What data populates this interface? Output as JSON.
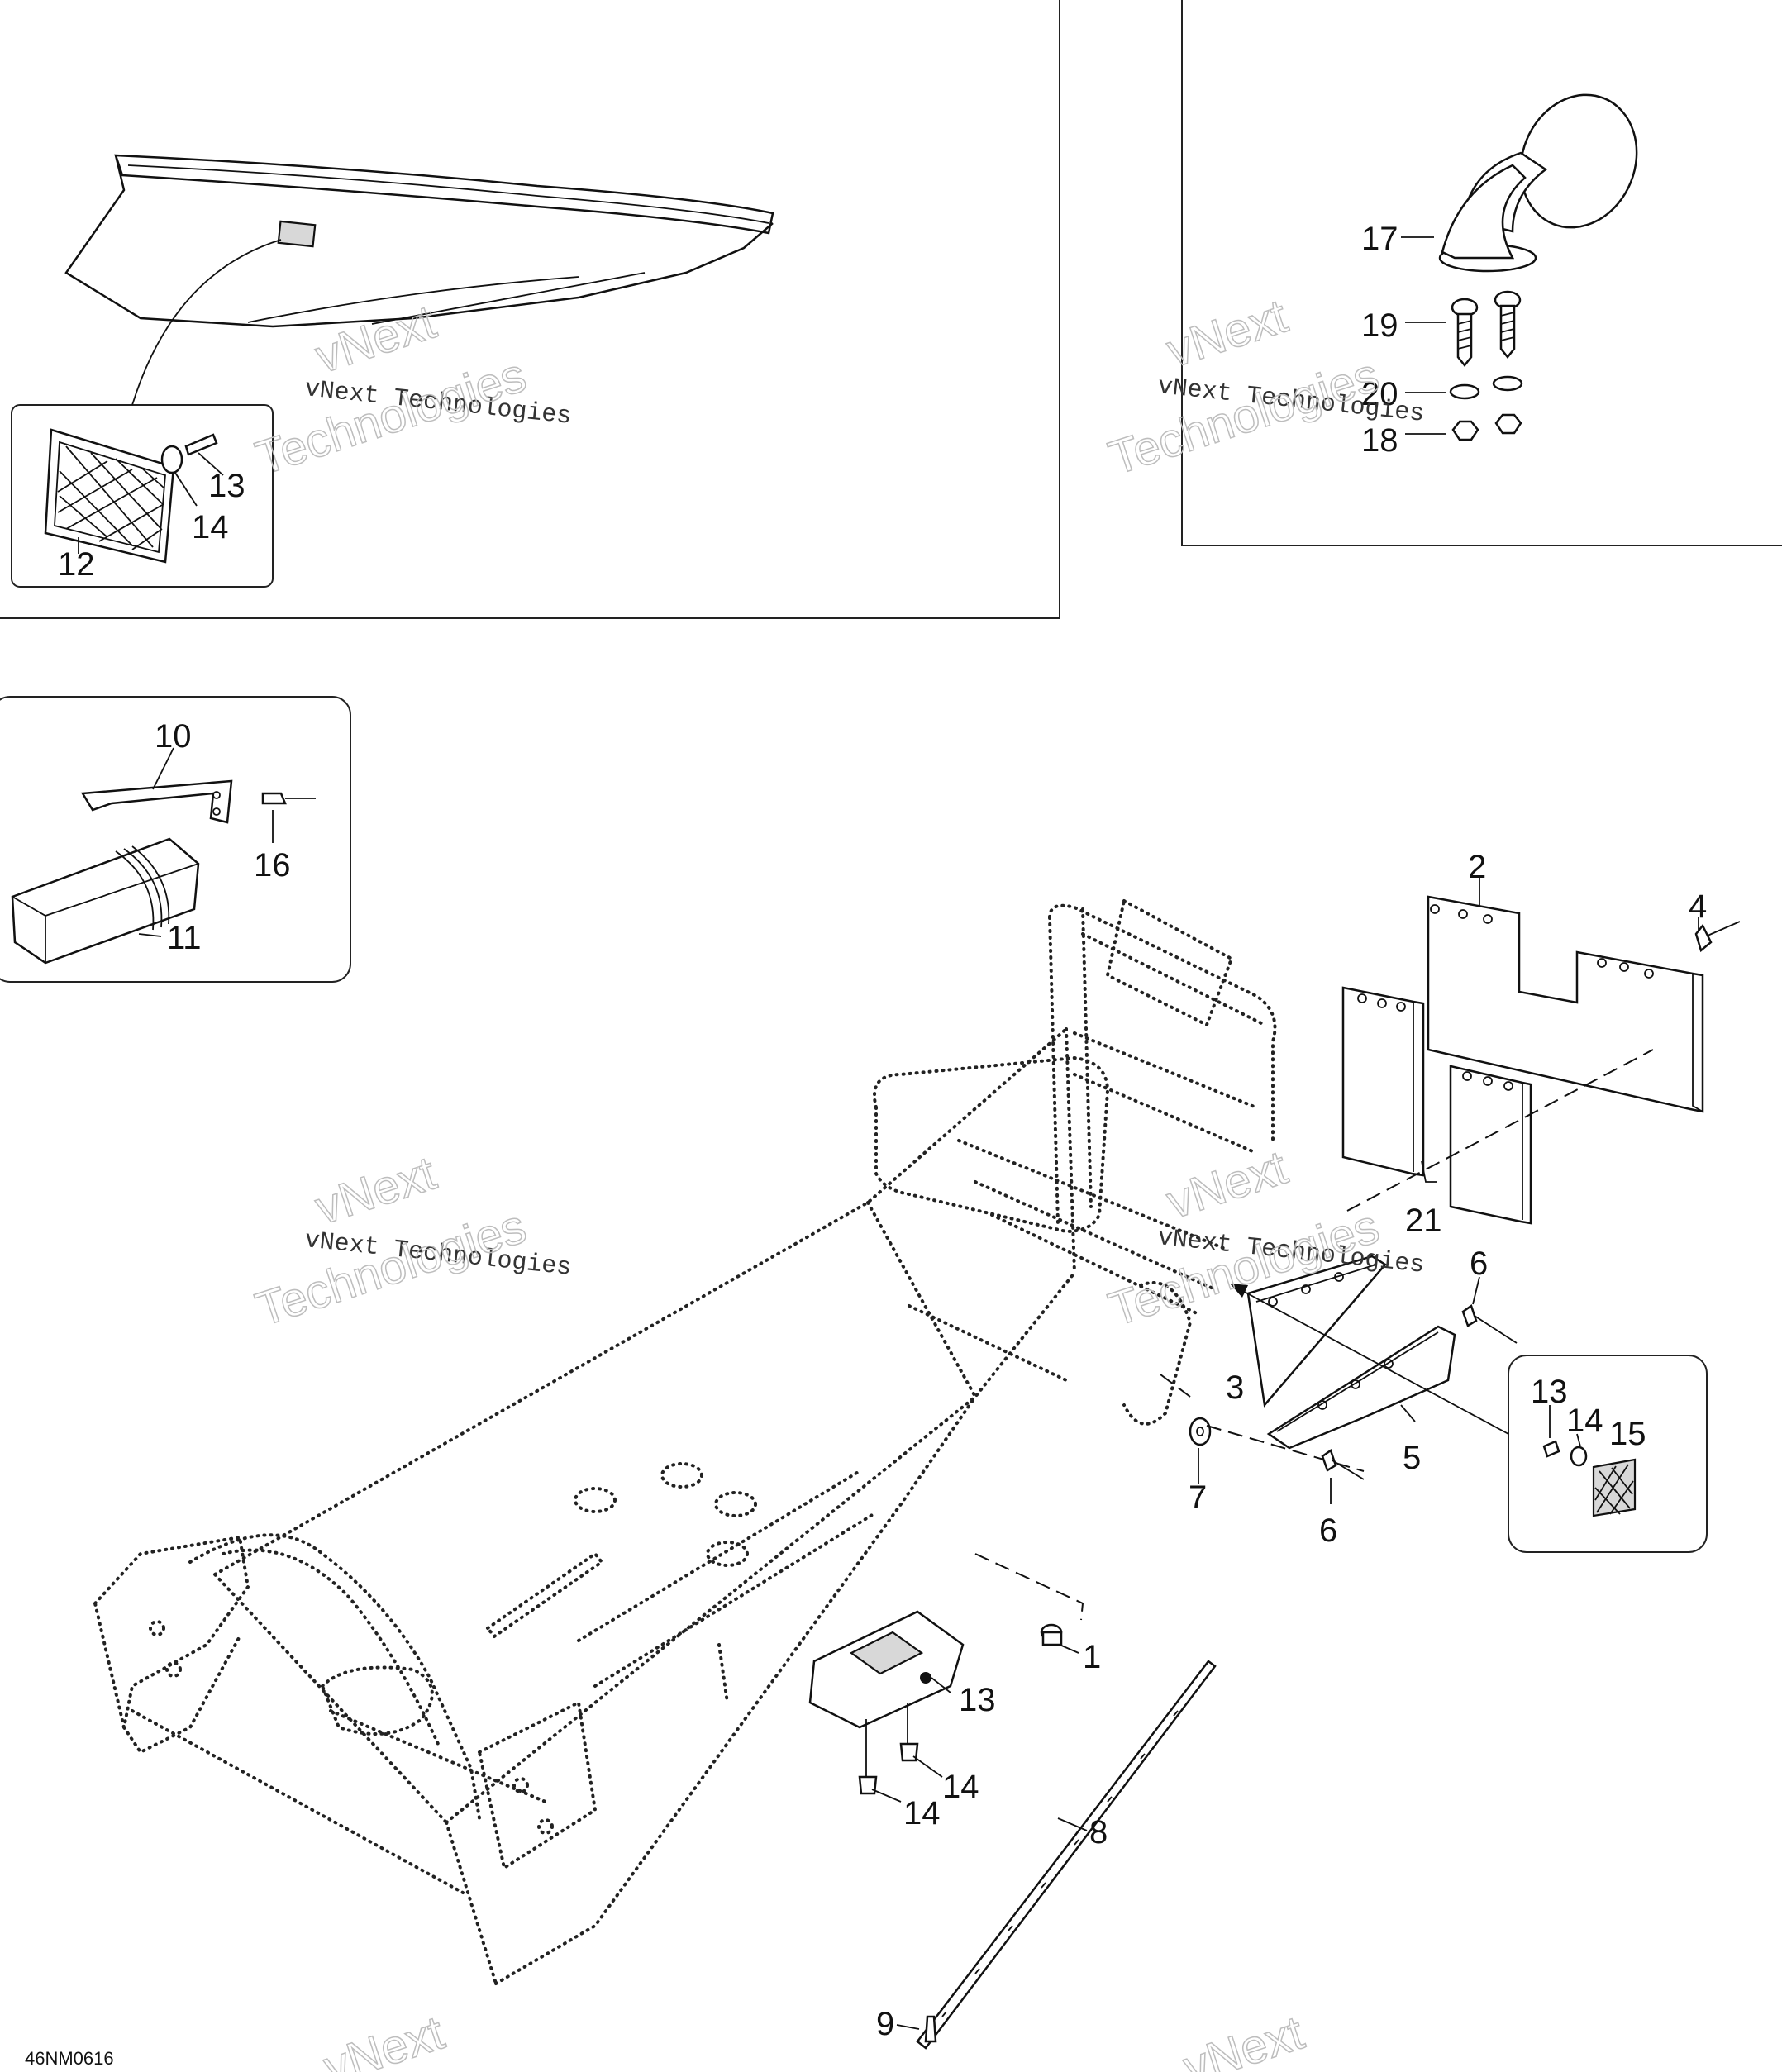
{
  "diagram_code": "46NM0616",
  "watermark": {
    "line": "vNext Technologies",
    "outline_line1": "vNext",
    "outline_line2": "Technologies"
  },
  "callouts": {
    "c1": "1",
    "c2": "2",
    "c3": "3",
    "c4": "4",
    "c5": "5",
    "c6a": "6",
    "c6b": "6",
    "c7": "7",
    "c8": "8",
    "c9": "9",
    "c10": "10",
    "c11": "11",
    "c12": "12",
    "c13a": "13",
    "c13b": "13",
    "c13c": "13",
    "c14a": "14",
    "c14b": "14",
    "c14c": "14",
    "c14d": "14",
    "c15": "15",
    "c16": "16",
    "c17": "17",
    "c18": "18",
    "c19": "19",
    "c20": "20",
    "c21": "21"
  }
}
